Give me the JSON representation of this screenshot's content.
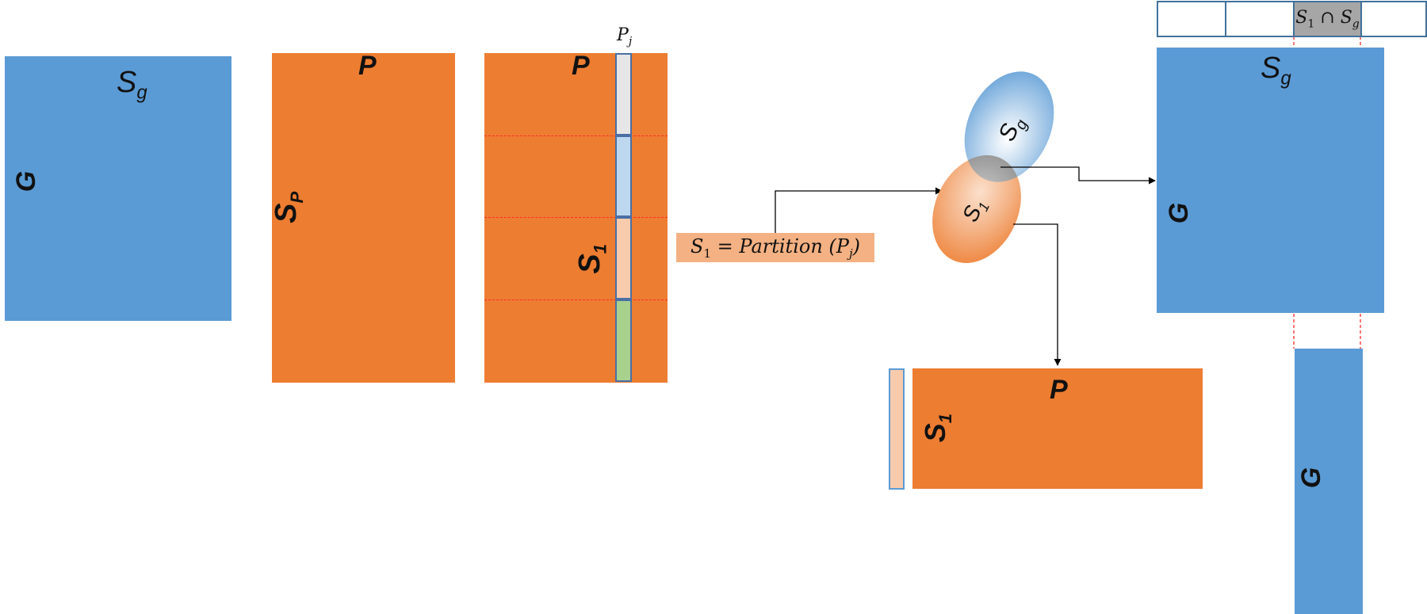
{
  "colors": {
    "blue": "#5b9bd5",
    "orange": "#ed7d31",
    "light_orange": "#f4b183",
    "cell_gray": "#e7e6e6",
    "cell_blue": "#bdd7ee",
    "cell_peach": "#f8cbad",
    "cell_green": "#a9d18e",
    "intersection_gray": "#a6a6a6",
    "dashed_red": "#ff2a2a"
  },
  "labels": {
    "g": "G",
    "p": "P",
    "sg_base": "S",
    "sg_sub": "g",
    "sp_base": "S",
    "sp_sub": "P",
    "s1_base": "S",
    "s1_sub": "1",
    "pj_base": "P",
    "pj_sub": "j",
    "partition_formula": {
      "s": "S",
      "s_sub": "1",
      "eq": " = Partition (",
      "p": "P",
      "p_sub": "j",
      "close": ")"
    },
    "intersection": {
      "s1": "S",
      "s1_sub": "1",
      "cap": " ∩ ",
      "sg": "S",
      "sg_sub": "g"
    }
  }
}
